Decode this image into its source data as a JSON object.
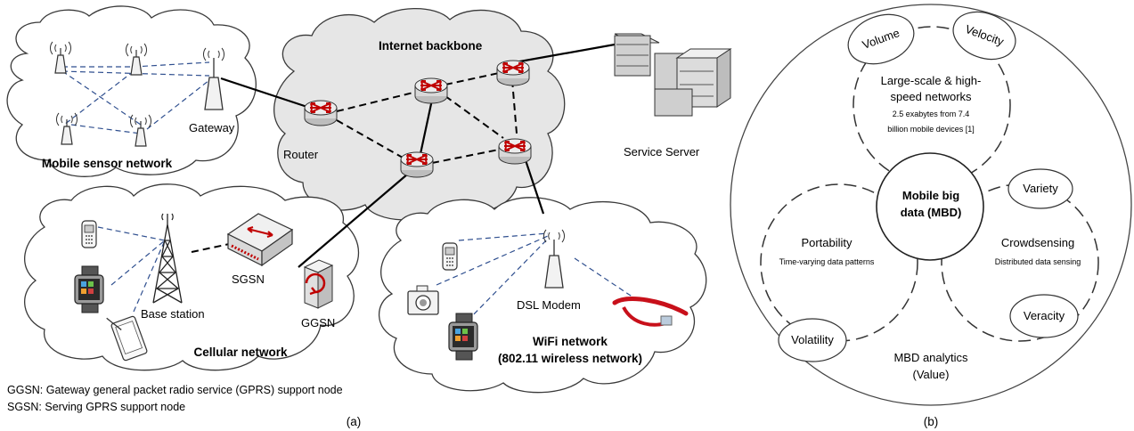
{
  "panel_a": {
    "clouds": {
      "sensor": "Mobile sensor network",
      "backbone": "Internet backbone",
      "cellular": "Cellular network",
      "wifi_line1": "WiFi network",
      "wifi_line2": "(802.11 wireless network)"
    },
    "labels": {
      "gateway": "Gateway",
      "router": "Router",
      "service_server": "Service Server",
      "sgsn": "SGSN",
      "ggsn": "GGSN",
      "base_station": "Base station",
      "dsl_modem": "DSL Modem"
    },
    "footnotes": [
      "GGSN: Gateway general packet radio service (GPRS) support node",
      "SGSN: Serving GPRS support node"
    ],
    "caption": "(a)"
  },
  "panel_b": {
    "center_line1": "Mobile big",
    "center_line2": "data (MBD)",
    "top_title_line1": "Large-scale & high-",
    "top_title_line2": "speed networks",
    "top_note_line1": "2.5 exabytes from 7.4",
    "top_note_line2": "billion mobile devices [1]",
    "left_title": "Portability",
    "left_note": "Time-varying data patterns",
    "right_title": "Crowdsensing",
    "right_note": "Distributed data sensing",
    "bottom_line1": "MBD analytics",
    "bottom_line2": "(Value)",
    "ovals": {
      "volume": "Volume",
      "velocity": "Velocity",
      "variety": "Variety",
      "volatility": "Volatility",
      "veracity": "Veracity"
    },
    "caption": "(b)"
  },
  "colors": {
    "router_body": "#d9d9d9",
    "router_arrow": "#c00000",
    "wireless_link": "#2f4f8f",
    "backbone_fill": "#e6e6e6",
    "glass_red": "#c8101a"
  },
  "icons": [
    "sensor-node-icon",
    "gateway-icon",
    "router-icon",
    "server-icon",
    "sgsn-switch-icon",
    "ggsn-icon",
    "base-station-tower-icon",
    "cell-phone-icon",
    "smartwatch-icon",
    "tablet-icon",
    "camera-icon",
    "smart-glasses-icon",
    "dsl-modem-icon"
  ]
}
